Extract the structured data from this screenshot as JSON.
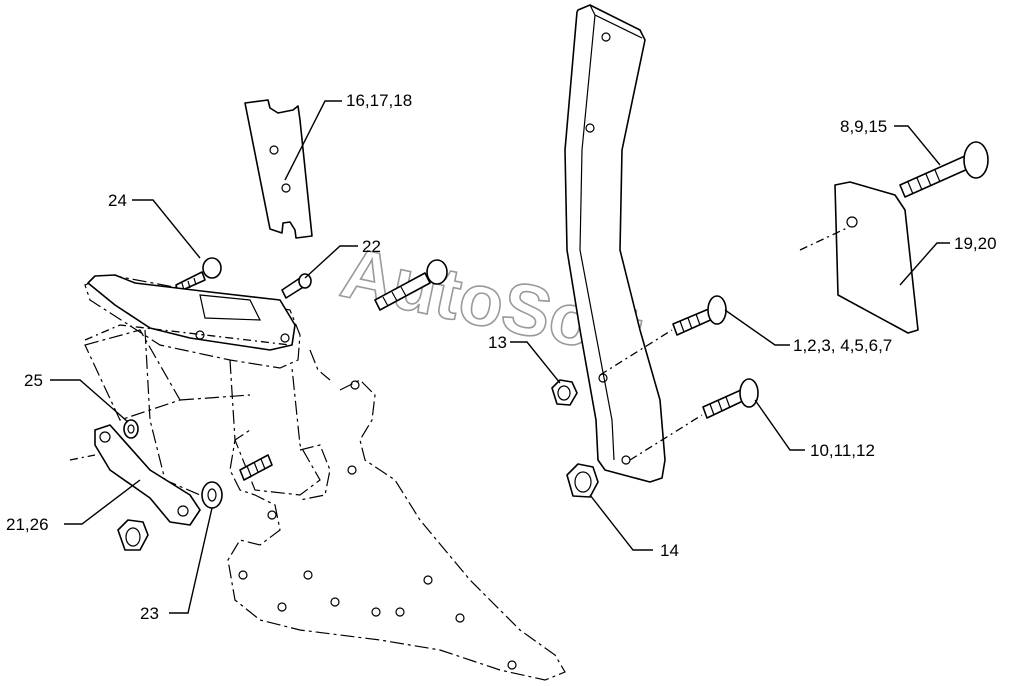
{
  "watermark": "AutoSoft",
  "callouts": [
    {
      "id": "c-16-17-18",
      "text": "16,17,18"
    },
    {
      "id": "c-24",
      "text": "24"
    },
    {
      "id": "c-22",
      "text": "22"
    },
    {
      "id": "c-25",
      "text": "25"
    },
    {
      "id": "c-21-26",
      "text": "21,26"
    },
    {
      "id": "c-23",
      "text": "23"
    },
    {
      "id": "c-13",
      "text": "13"
    },
    {
      "id": "c-14",
      "text": "14"
    },
    {
      "id": "c-8-9-15",
      "text": "8,9,15"
    },
    {
      "id": "c-19-20",
      "text": "19,20"
    },
    {
      "id": "c-1-7",
      "text": "1,2,3, 4,5,6,7"
    },
    {
      "id": "c-10-11-12",
      "text": "10,11,12"
    }
  ]
}
